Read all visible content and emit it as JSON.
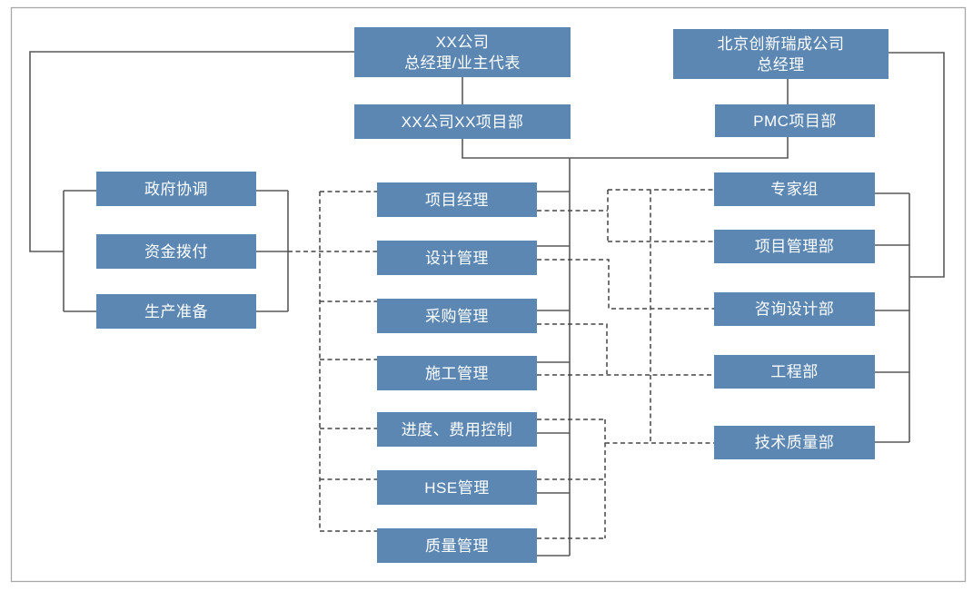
{
  "colors": {
    "box_fill": "#5b87b2",
    "box_text": "#ffffff",
    "solid_line": "#595959",
    "dashed_line": "#454545",
    "border": "#a8a8a8"
  },
  "top": {
    "owner_gm": {
      "line1": "XX公司",
      "line2": "总经理/业主代表"
    },
    "pmc_gm": {
      "line1": "北京创新瑞成公司",
      "line2": "总经理"
    },
    "owner_dept": {
      "label": "XX公司XX项目部"
    },
    "pmc_dept": {
      "label": "PMC项目部"
    }
  },
  "left_column": [
    {
      "label": "政府协调"
    },
    {
      "label": "资金拨付"
    },
    {
      "label": "生产准备"
    }
  ],
  "middle_column": [
    {
      "label": "项目经理"
    },
    {
      "label": "设计管理"
    },
    {
      "label": "采购管理"
    },
    {
      "label": "施工管理"
    },
    {
      "label": "进度、费用控制"
    },
    {
      "label": "HSE管理"
    },
    {
      "label": "质量管理"
    }
  ],
  "right_column": [
    {
      "label": "专家组"
    },
    {
      "label": "项目管理部"
    },
    {
      "label": "咨询设计部"
    },
    {
      "label": "工程部"
    },
    {
      "label": "技术质量部"
    }
  ]
}
